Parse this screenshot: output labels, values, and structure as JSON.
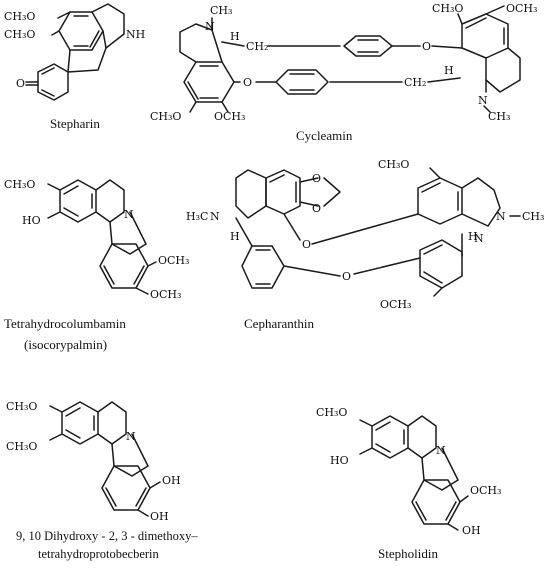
{
  "figure": {
    "compounds": [
      {
        "name": "Stepharin",
        "labels": {
          "ome1": "CH₃O",
          "ome2": "CH₃O",
          "nh": "NH",
          "oxo": "O"
        }
      },
      {
        "name": "Cycleamin",
        "labels": {
          "nme_top": "N",
          "ch3_top": "CH₃",
          "h_top": "H",
          "ch2_top": "CH₂",
          "o_top": "O",
          "ome_tr1": "CH₃O",
          "ome_tr2": "OCH₃",
          "ome_bl1": "CH₃O",
          "ome_bl2": "OCH₃",
          "o_mid": "O",
          "h_bot": "H",
          "ch2_bot": "CH₂",
          "n_bot": "N",
          "ch3_bot": "CH₃"
        }
      },
      {
        "name": "Tetrahydrocolumbamin",
        "subname": "(isocorypalmin)",
        "labels": {
          "ome1": "CH₃O",
          "oh": "HO",
          "n": "N",
          "ome2": "OCH₃",
          "ome3": "OCH₃"
        }
      },
      {
        "name": "Cepharanthin",
        "labels": {
          "h3cn": "H₃C",
          "n_left": "N",
          "h_left": "H",
          "o1": "O",
          "o2": "O",
          "o3": "O",
          "o4": "O",
          "ch3o": "CH₃O",
          "n_right": "N",
          "ch3_right": "CH₃",
          "n_small": "N",
          "h_small": "H",
          "ome_bottom": "OCH₃"
        }
      },
      {
        "name": "9, 10 Dihydroxy - 2, 3 - dimethoxy–",
        "subname": "tetrahydroprotobecberin",
        "labels": {
          "ome1": "CH₃O",
          "ome2": "CH₃O",
          "n": "N",
          "oh1": "OH",
          "oh2": "OH"
        }
      },
      {
        "name": "Stepholidin",
        "labels": {
          "ome1": "CH₃O",
          "oh1": "HO",
          "n": "N",
          "ome2": "OCH₃",
          "oh2": "OH"
        }
      }
    ]
  }
}
